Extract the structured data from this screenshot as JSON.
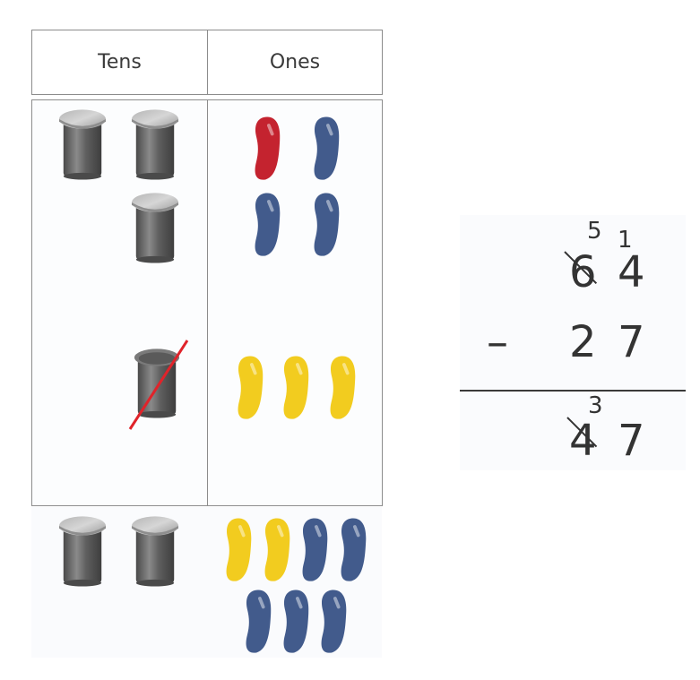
{
  "place_value_chart": {
    "headers": {
      "tens": "Tens",
      "ones": "Ones"
    },
    "start": {
      "tens_cups": 3,
      "ones_beans": {
        "red": 1,
        "blue": 3
      }
    },
    "regroup": {
      "crossed_cups": 1,
      "added_yellow_beans": 3
    },
    "result": {
      "tens_cups": 2,
      "ones_beans": {
        "yellow": 2,
        "blue": 5
      }
    }
  },
  "math": {
    "minuend": {
      "tens": "6",
      "ones": "4"
    },
    "regroup_marks": {
      "tens": "5",
      "ones": "1"
    },
    "operator": "–",
    "subtrahend": {
      "tens": "2",
      "ones": "7"
    },
    "answer": {
      "tens": "4",
      "ones": "7"
    },
    "answer_correction": "3"
  },
  "colors": {
    "border": "#8c8c8c",
    "bean_red": "#c4232f",
    "bean_blue": "#425b8c",
    "bean_yellow": "#f2cc1f",
    "cup": "#6a6a6a",
    "slash": "#e0232a",
    "text": "#333333"
  }
}
